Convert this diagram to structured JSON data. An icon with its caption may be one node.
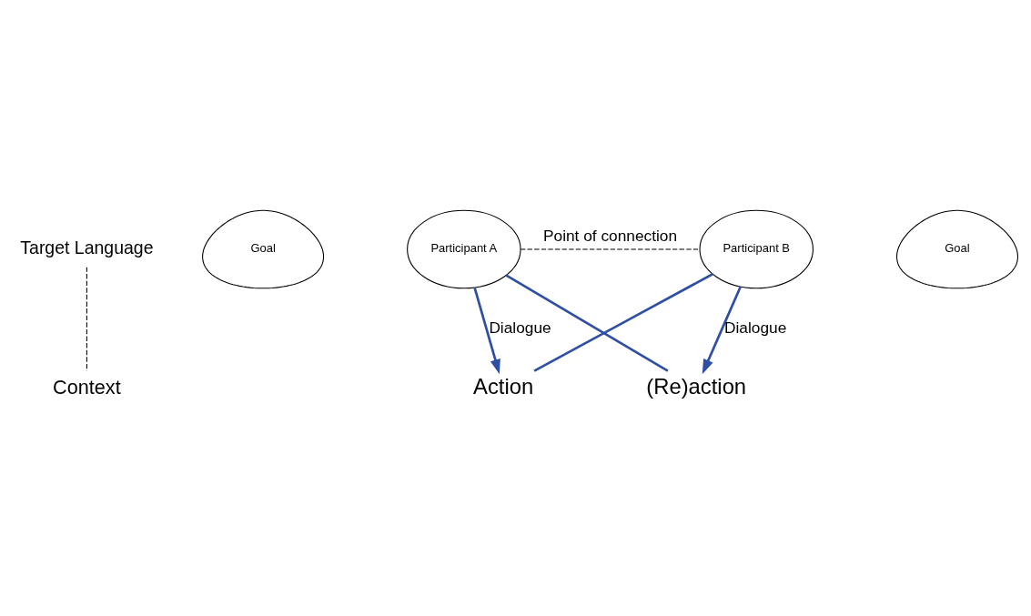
{
  "diagram": {
    "nodes": [
      {
        "text": [
          "Target Language"
        ]
      },
      {
        "text": [
          "Goal"
        ]
      },
      {
        "text": [
          "Participant A"
        ]
      },
      {
        "text": [
          "Goal"
        ]
      },
      {
        "text": [
          "Participant B"
        ]
      },
      {
        "text": [
          "Action"
        ]
      },
      {
        "text": [
          "(Re)action"
        ]
      },
      {
        "text": [
          "Context"
        ]
      }
    ],
    "edges": [
      {
        "from": 2,
        "to": 5,
        "arrow": "to",
        "label": "Dialogue"
      },
      {
        "from": 2,
        "to": 6,
        "arrow": "none"
      },
      {
        "from": 5,
        "to": 4,
        "arrow": "none"
      },
      {
        "from": 4,
        "to": 6,
        "arrow": "to",
        "label": "Dialogue"
      },
      {
        "from": 2,
        "to": 4,
        "arrow": "none",
        "label": "Point of connection",
        "style": "dashed",
        "color": "#000000"
      },
      {
        "from": 0,
        "to": 7,
        "arrow": "none",
        "style": "dashed",
        "color": "#000000"
      }
    ]
  }
}
